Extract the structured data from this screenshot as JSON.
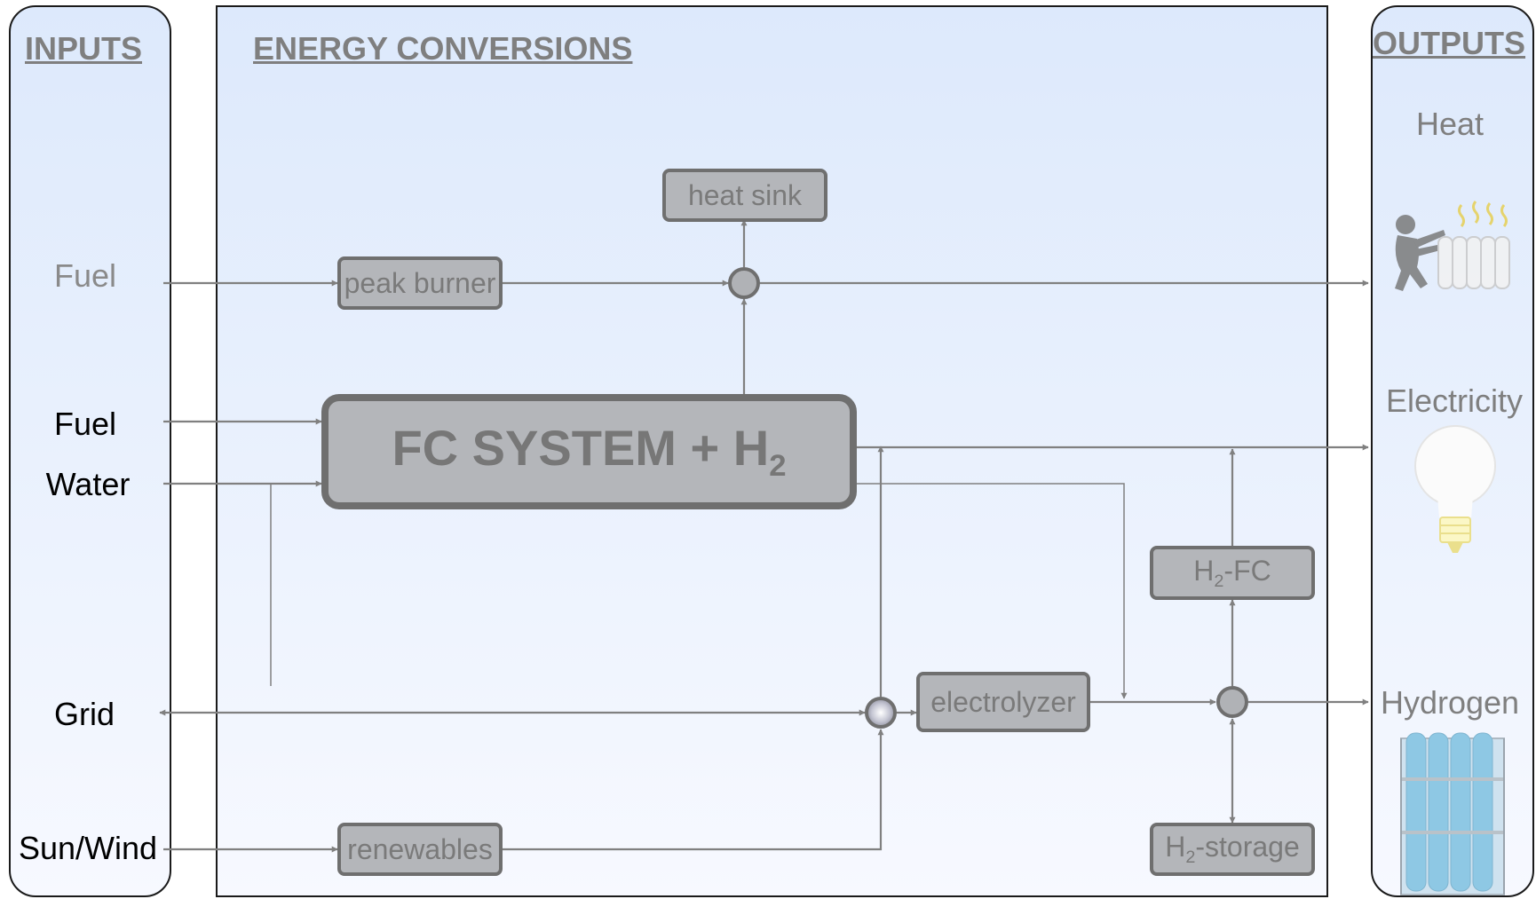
{
  "headers": {
    "inputs": "INPUTS",
    "conversions": "ENERGY CONVERSIONS",
    "outputs": "OUTPUTS"
  },
  "inputs": {
    "fuel_peak": "Fuel",
    "fuel": "Fuel",
    "water": "Water",
    "grid": "Grid",
    "sun_wind": "Sun/Wind"
  },
  "components": {
    "heat_sink": "heat sink",
    "peak_burner": "peak burner",
    "fc_system_main": "FC SYSTEM + H",
    "fc_system_sub": "2",
    "h2fc_prefix": "H",
    "h2fc_sub": "2",
    "h2fc_suffix": "-FC",
    "electrolyzer": "electrolyzer",
    "renewables": "renewables",
    "h2storage_prefix": "H",
    "h2storage_sub": "2",
    "h2storage_suffix": "-storage"
  },
  "outputs": {
    "heat": "Heat",
    "electricity": "Electricity",
    "hydrogen": "Hydrogen"
  },
  "icons": {
    "heat": "person-warming-at-radiator-icon",
    "electricity": "light-bulb-icon",
    "hydrogen": "gas-cylinders-icon"
  },
  "colors": {
    "line": "#808080",
    "box_fill": "#b4b6ba",
    "box_border": "#6f6f6f",
    "panel_top": "#dde9fc",
    "panel_bottom": "#f7f9ff"
  }
}
